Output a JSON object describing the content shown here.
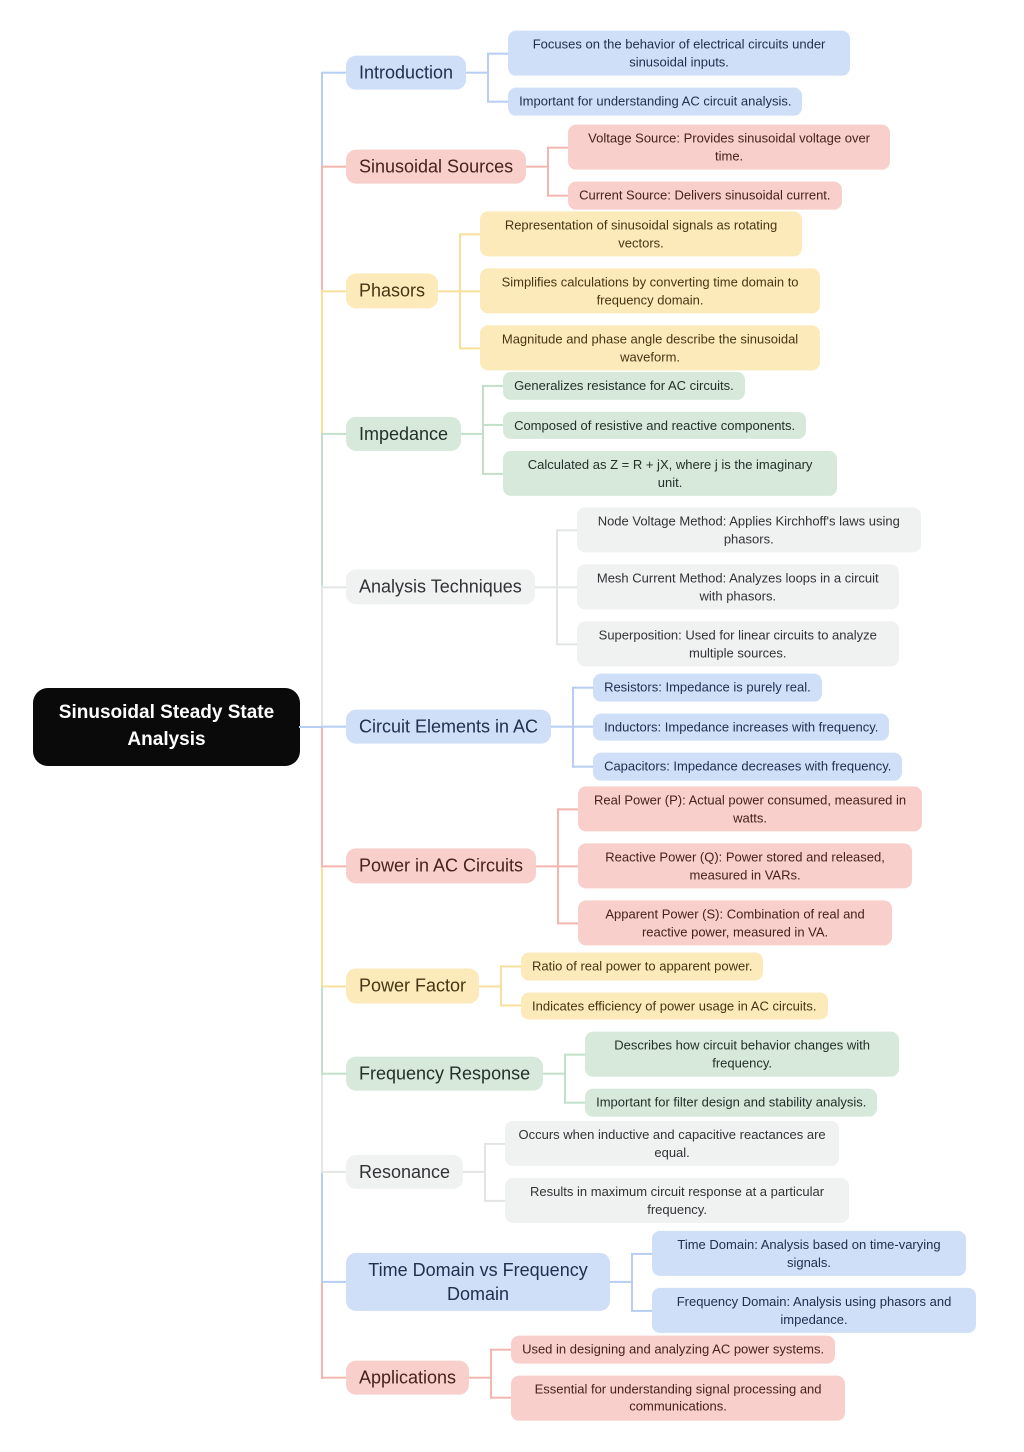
{
  "root": {
    "label": "Sinusoidal Steady State Analysis"
  },
  "palette": {
    "blue": {
      "fill": "#cfdff7",
      "line": "#b7cdf1",
      "text": "#20304f"
    },
    "red": {
      "fill": "#f8cfca",
      "line": "#f2b6ae",
      "text": "#46211d"
    },
    "yellow": {
      "fill": "#fdeaba",
      "line": "#f7df9c",
      "text": "#463513"
    },
    "green": {
      "fill": "#d6e9db",
      "line": "#c2dfca",
      "text": "#243029"
    },
    "gray": {
      "fill": "#f0f1f1",
      "line": "#e3e5e5",
      "text": "#303436"
    },
    "root_bg": "#0a0a0a",
    "root_text": "#ffffff"
  },
  "branches": [
    {
      "label": "Introduction",
      "color": "blue",
      "children": [
        "Focuses on the behavior of electrical circuits under sinusoidal inputs.",
        "Important for understanding AC circuit analysis."
      ]
    },
    {
      "label": "Sinusoidal Sources",
      "color": "red",
      "children": [
        "Voltage Source: Provides sinusoidal voltage over time.",
        "Current Source: Delivers sinusoidal current."
      ]
    },
    {
      "label": "Phasors",
      "color": "yellow",
      "children": [
        "Representation of sinusoidal signals as rotating vectors.",
        "Simplifies calculations by converting time domain to frequency domain.",
        "Magnitude and phase angle describe the sinusoidal waveform."
      ]
    },
    {
      "label": "Impedance",
      "color": "green",
      "children": [
        "Generalizes resistance for AC circuits.",
        "Composed of resistive and reactive components.",
        "Calculated as Z = R + jX, where j is the imaginary unit."
      ]
    },
    {
      "label": "Analysis Techniques",
      "color": "gray",
      "children": [
        "Node Voltage Method: Applies Kirchhoff's laws using phasors.",
        "Mesh Current Method: Analyzes loops in a circuit with phasors.",
        "Superposition: Used for linear circuits to analyze multiple sources."
      ]
    },
    {
      "label": "Circuit Elements in AC",
      "color": "blue",
      "children": [
        "Resistors: Impedance is purely real.",
        "Inductors: Impedance increases with frequency.",
        "Capacitors: Impedance decreases with frequency."
      ]
    },
    {
      "label": "Power in AC Circuits",
      "color": "red",
      "children": [
        "Real Power (P): Actual power consumed, measured in watts.",
        "Reactive Power (Q): Power stored and released, measured in VARs.",
        "Apparent Power (S): Combination of real and reactive power, measured in VA."
      ]
    },
    {
      "label": "Power Factor",
      "color": "yellow",
      "children": [
        "Ratio of real power to apparent power.",
        "Indicates efficiency of power usage in AC circuits."
      ]
    },
    {
      "label": "Frequency Response",
      "color": "green",
      "children": [
        "Describes how circuit behavior changes with frequency.",
        "Important for filter design and stability analysis."
      ]
    },
    {
      "label": "Resonance",
      "color": "gray",
      "children": [
        "Occurs when inductive and capacitive reactances are equal.",
        "Results in maximum circuit response at a particular frequency."
      ]
    },
    {
      "label": "Time Domain vs Frequency Domain",
      "color": "blue",
      "children": [
        "Time Domain: Analysis based on time-varying signals.",
        "Frequency Domain: Analysis using phasors and impedance."
      ]
    },
    {
      "label": "Applications",
      "color": "red",
      "children": [
        "Used in designing and analyzing AC power systems.",
        "Essential for understanding signal processing and communications."
      ]
    }
  ]
}
